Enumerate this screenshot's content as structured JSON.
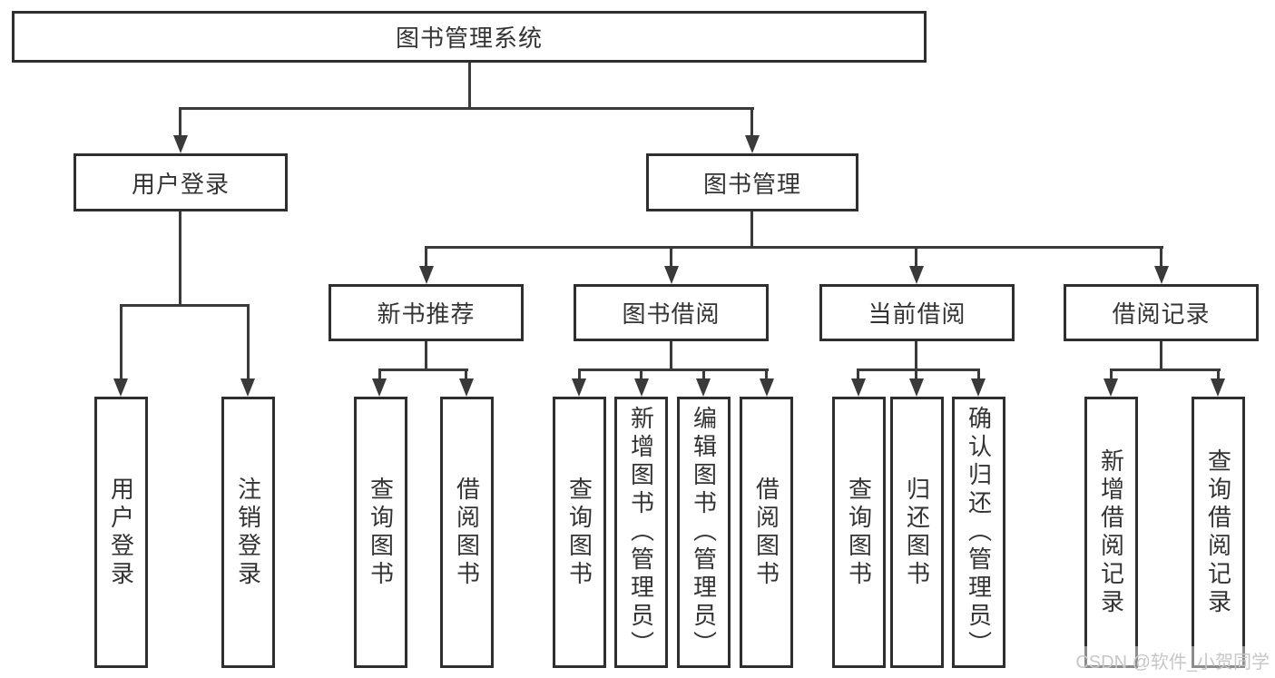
{
  "colors": {
    "line": "#3a3a3a",
    "border": "#2e2e2e",
    "text": "#333333",
    "background": "#ffffff",
    "watermark": "#c7c7c7"
  },
  "tree": {
    "root": {
      "label": "图书管理系统",
      "children": [
        {
          "label": "用户登录",
          "children": [
            {
              "label": "用户登录"
            },
            {
              "label": "注销登录"
            }
          ]
        },
        {
          "label": "图书管理",
          "children": [
            {
              "label": "新书推荐",
              "children": [
                {
                  "label": "查询图书"
                },
                {
                  "label": "借阅图书"
                }
              ]
            },
            {
              "label": "图书借阅",
              "children": [
                {
                  "label": "查询图书"
                },
                {
                  "label": "新增图书（管理员）"
                },
                {
                  "label": "编辑图书（管理员）"
                },
                {
                  "label": "借阅图书"
                }
              ]
            },
            {
              "label": "当前借阅",
              "children": [
                {
                  "label": "查询图书"
                },
                {
                  "label": "归还图书"
                },
                {
                  "label": "确认归还（管理员）"
                }
              ]
            },
            {
              "label": "借阅记录",
              "children": [
                {
                  "label": "新增借阅记录"
                },
                {
                  "label": "查询借阅记录"
                }
              ]
            }
          ]
        }
      ]
    }
  },
  "watermark": {
    "text": "CSDN @软件_小贺同学"
  }
}
